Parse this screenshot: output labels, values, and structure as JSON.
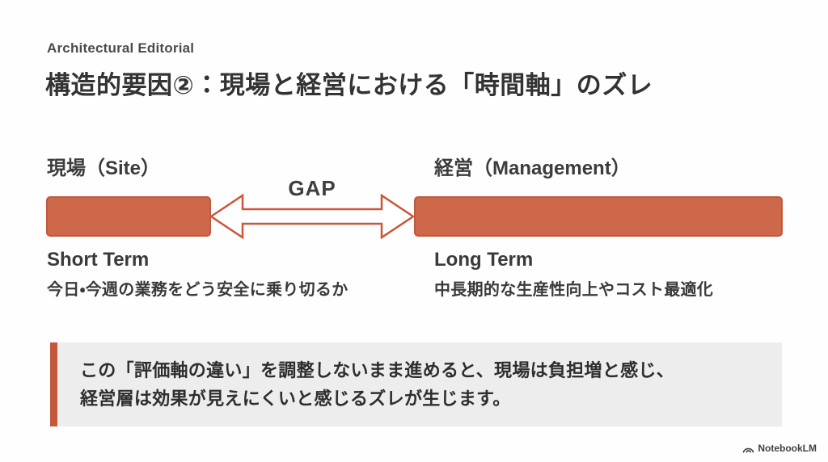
{
  "theme": {
    "accent": "#c2573a",
    "bar_fill": "#cd684a",
    "bar_border": "#c05a3c",
    "callout_bg": "#ededee",
    "text_dark": "#353535",
    "text_gray": "#4b4b4b"
  },
  "slide": {
    "eyebrow": "Architectural Editorial",
    "title": "構造的要因②：現場と経営における「時間軸」のズレ",
    "diagram": {
      "gap_label": "GAP",
      "left": {
        "label": "現場（Site）",
        "term": "Short Term",
        "desc": "今日・今週の業務をどう安全に乗り切るか"
      },
      "right": {
        "label": "経営（Management）",
        "term": "Long Term",
        "desc": "中長期的な生産性向上やコスト最適化"
      }
    },
    "callout": {
      "line1": "この「評価軸の違い」を調整しないまま進めると、現場は負担増と感じ、",
      "line2": "経営層は効果が見えにくいと感じるズレが生じます。"
    },
    "footer": {
      "brand": "NotebookLM"
    }
  }
}
